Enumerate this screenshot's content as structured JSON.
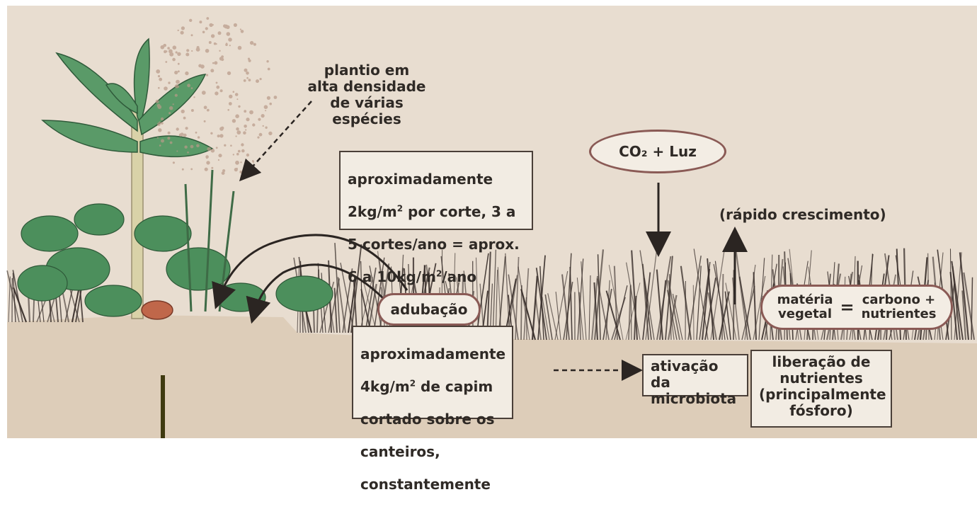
{
  "labels": {
    "planting": "plantio em\nalta densidade\nde várias\nespécies",
    "yield_box_line1": "aproximadamente",
    "yield_box_line2a": "2kg/m",
    "yield_box_sup1": "2",
    "yield_box_line2b": " por corte, 3 a",
    "yield_box_line3": "5 cortes/ano = aprox.",
    "yield_box_line4a": "6 a 10kg/m",
    "yield_box_sup2": "2",
    "yield_box_line4b": "/ano",
    "co2": "CO₂ + Luz",
    "growth": "(rápido crescimento)",
    "equation_left": "matéria\nvegetal",
    "equation_equals": "=",
    "equation_right": "carbono +\nnutrientes",
    "fertilization": "adubação",
    "fert_box_line1": "aproximadamente",
    "fert_box_line2a": "4kg/m",
    "fert_box_sup": "2",
    "fert_box_line2b": " de capim",
    "fert_box_line3": "cortado sobre os",
    "fert_box_line4": "canteiros,",
    "fert_box_line5": "constantemente",
    "microbiota": "ativação da\nmicrobiota",
    "nutrients": "liberação de\nnutrientes\n(principalmente\nfósforo)"
  },
  "colors": {
    "background": "#e8ddd0",
    "soil": "#ddcdb9",
    "grass": "#3a302c",
    "foliage": "#4a8a5a",
    "pill_border": "#8a5a55",
    "arrow": "#2b2522"
  }
}
